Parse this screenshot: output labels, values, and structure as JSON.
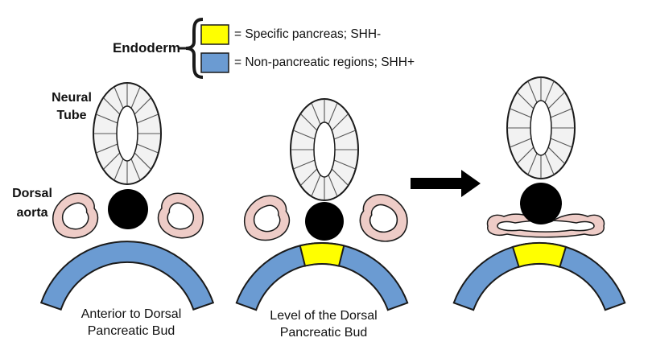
{
  "legend": {
    "endoderm_label": "Endoderm",
    "items": [
      {
        "name": "specific-pancreas",
        "text": "= Specific pancreas; SHH-"
      },
      {
        "name": "non-pancreatic",
        "text": "= Non-pancreatic regions; SHH+"
      }
    ]
  },
  "labels": {
    "neural_tube_line1": "Neural",
    "neural_tube_line2": "Tube",
    "dorsal_aorta_line1": "Dorsal",
    "dorsal_aorta_line2": "aorta"
  },
  "captions": {
    "panel1_line1": "Anterior to Dorsal",
    "panel1_line2": "Pancreatic Bud",
    "panel2_line1": "Level of the Dorsal",
    "panel2_line2": "Pancreatic Bud"
  },
  "colors": {
    "specific_pancreas_yellow": "#FFFF00",
    "non_pancreatic_blue": "#6B9BD2",
    "dorsal_aorta_pink": "#EECCC7",
    "neural_tube_gray": "#F2F2F2",
    "neural_tube_lumen": "#FFFFFF",
    "notochord_black": "#000000",
    "outline": "#1A1A1A"
  }
}
